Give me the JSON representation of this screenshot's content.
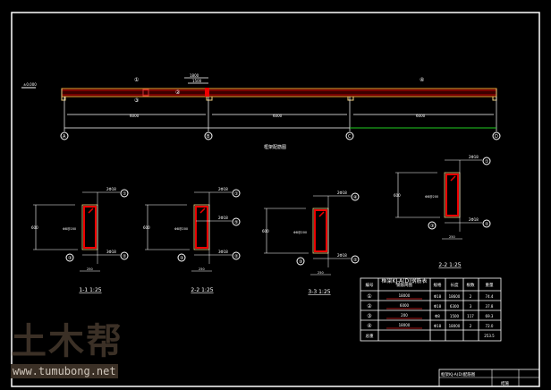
{
  "drawing": {
    "elevation_title": "框架配筋图",
    "level_mark": "±0.000",
    "axes": [
      "A",
      "B",
      "C",
      "D"
    ],
    "span_labels": [
      "6000",
      "6000",
      "6000"
    ],
    "top_dim": [
      "1800",
      "1500"
    ],
    "rebar_marks": [
      "①",
      "②",
      "③",
      "④"
    ],
    "sections": [
      {
        "title": "1-1 1:25",
        "top_note": "2Φ18",
        "bottom_note": "3Φ18",
        "stirrup": "Φ8@200",
        "width": "250",
        "height": "600"
      },
      {
        "title": "2-2 1:25",
        "top_note": "2Φ18",
        "mid_note": "2Φ18",
        "bottom_note": "3Φ18",
        "stirrup": "Φ8@200",
        "width": "250",
        "height": "600"
      },
      {
        "title": "3-3 1:25",
        "top_note": "2Φ18",
        "bottom_note": "2Φ18",
        "stirrup": "Φ8@200",
        "width": "250",
        "height": "600"
      },
      {
        "title": "2-2 1:25",
        "top_note": "2Φ18",
        "bottom_note": "2Φ18",
        "stirrup": "Φ8@200",
        "width": "250",
        "height": "600"
      }
    ],
    "table": {
      "title": "框架KJ-A(D)钢筋表",
      "headers": [
        "编号",
        "钢筋简图",
        "规格",
        "长度",
        "根数",
        "重量"
      ],
      "rows": [
        {
          "no": "①",
          "shape": "18000",
          "spec": "Φ18",
          "length": "18600",
          "count": "2",
          "weight": "74.4"
        },
        {
          "no": "②",
          "shape": "6000",
          "spec": "Φ18",
          "length": "6300",
          "count": "3",
          "weight": "37.8"
        },
        {
          "no": "③",
          "shape": "200",
          "spec": "Φ8",
          "length": "1500",
          "count": "117",
          "weight": "69.3"
        },
        {
          "no": "④",
          "shape": "18000",
          "spec": "Φ18",
          "length": "18000",
          "count": "2",
          "weight": "72.0"
        }
      ],
      "total_label": "总重",
      "total_value": "253.5"
    },
    "title_block": {
      "name": "框架KJ-A(D)配筋图",
      "sheet": "结施"
    }
  },
  "watermark": {
    "logo": "土木帮",
    "url": "www.tumubong.net"
  }
}
